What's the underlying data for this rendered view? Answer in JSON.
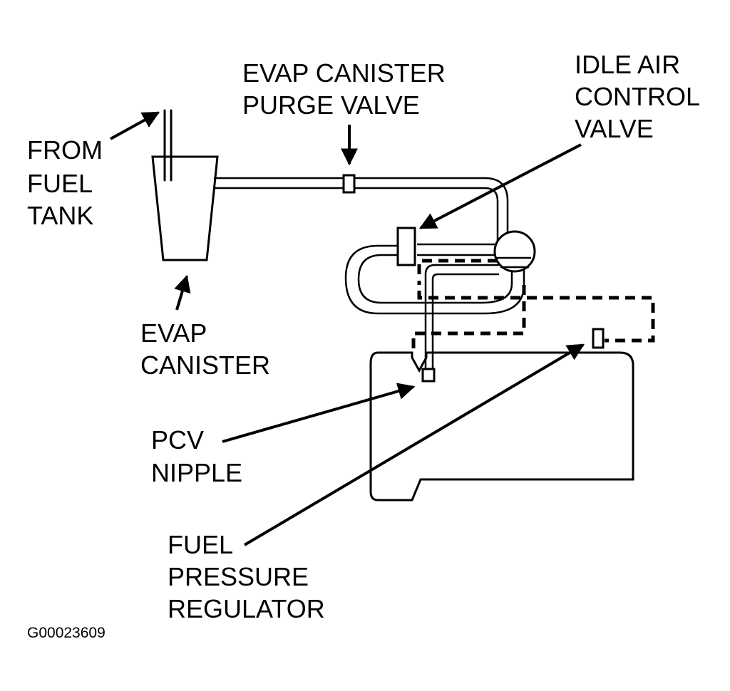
{
  "labels": {
    "from_fuel_tank": [
      "FROM",
      "FUEL",
      "TANK"
    ],
    "evap_canister_purge_valve": [
      "EVAP CANISTER",
      "PURGE VALVE"
    ],
    "idle_air_control_valve": [
      "IDLE AIR",
      "CONTROL",
      "VALVE"
    ],
    "evap_canister": [
      "EVAP",
      "CANISTER"
    ],
    "pcv_nipple": [
      "PCV",
      "NIPPLE"
    ],
    "fuel_pressure_regulator": [
      "FUEL",
      "PRESSURE",
      "REGULATOR"
    ]
  },
  "figure_id": "G00023609"
}
